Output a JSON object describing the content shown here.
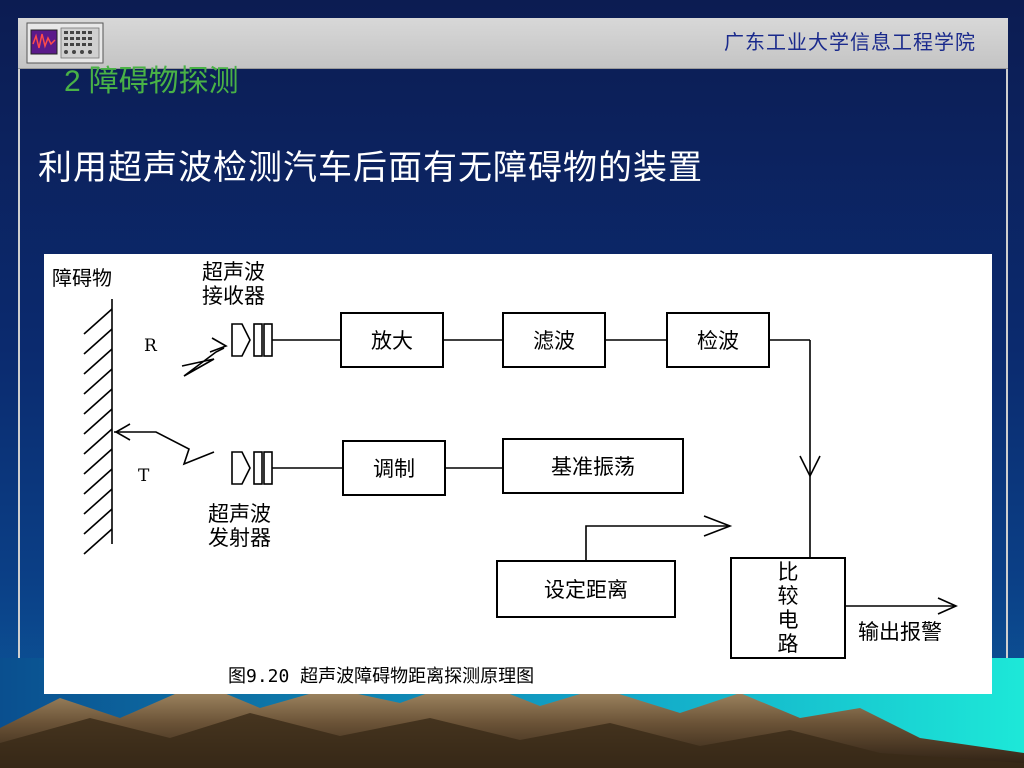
{
  "header": {
    "school": "广东工业大学信息工程学院"
  },
  "section": {
    "number": "2",
    "title": "障碍物探测"
  },
  "subtitle": "利用超声波检测汽车后面有无障碍物的装置",
  "diagram": {
    "obstacle_label": "障碍物",
    "receiver_label_line1": "超声波",
    "receiver_label_line2": "接收器",
    "transmitter_label_line1": "超声波",
    "transmitter_label_line2": "发射器",
    "r_label": "R",
    "t_label": "T",
    "amplify": "放大",
    "filter": "滤波",
    "detect": "检波",
    "modulate": "调制",
    "oscillator": "基准振荡",
    "set_distance": "设定距离",
    "compare_line1": "比",
    "compare_line2": "较",
    "compare_line3": "电",
    "compare_line4": "路",
    "output": "输出报警",
    "caption": "图9.20 超声波障碍物距离探测原理图"
  },
  "colors": {
    "title_green": "#49b246",
    "school_blue": "#1a2a8c",
    "background_navy": "#0b2a6e"
  }
}
